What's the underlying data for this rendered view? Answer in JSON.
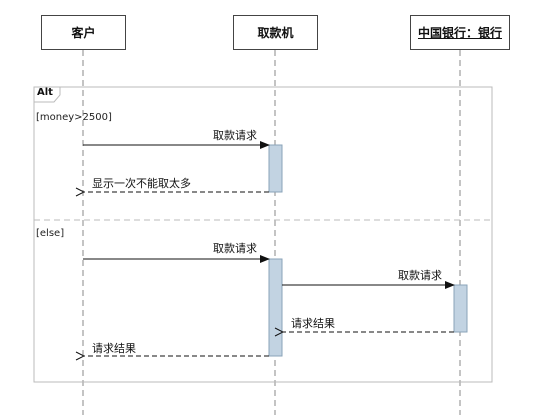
{
  "lifelines": [
    {
      "id": "customer",
      "label": "客户",
      "underlined": false
    },
    {
      "id": "atm",
      "label": "取款机",
      "underlined": false
    },
    {
      "id": "bank",
      "label": "中国银行：银行",
      "underlined": true
    }
  ],
  "fragment": {
    "operator": "Alt",
    "guards": [
      "[money>2500]",
      "[else]"
    ]
  },
  "messages": [
    {
      "label": "取款请求",
      "type": "sync"
    },
    {
      "label": "显示一次不能取太多",
      "type": "return"
    },
    {
      "label": "取款请求",
      "type": "sync"
    },
    {
      "label": "取款请求",
      "type": "sync"
    },
    {
      "label": "请求结果",
      "type": "return"
    },
    {
      "label": "请求结果",
      "type": "return"
    }
  ]
}
